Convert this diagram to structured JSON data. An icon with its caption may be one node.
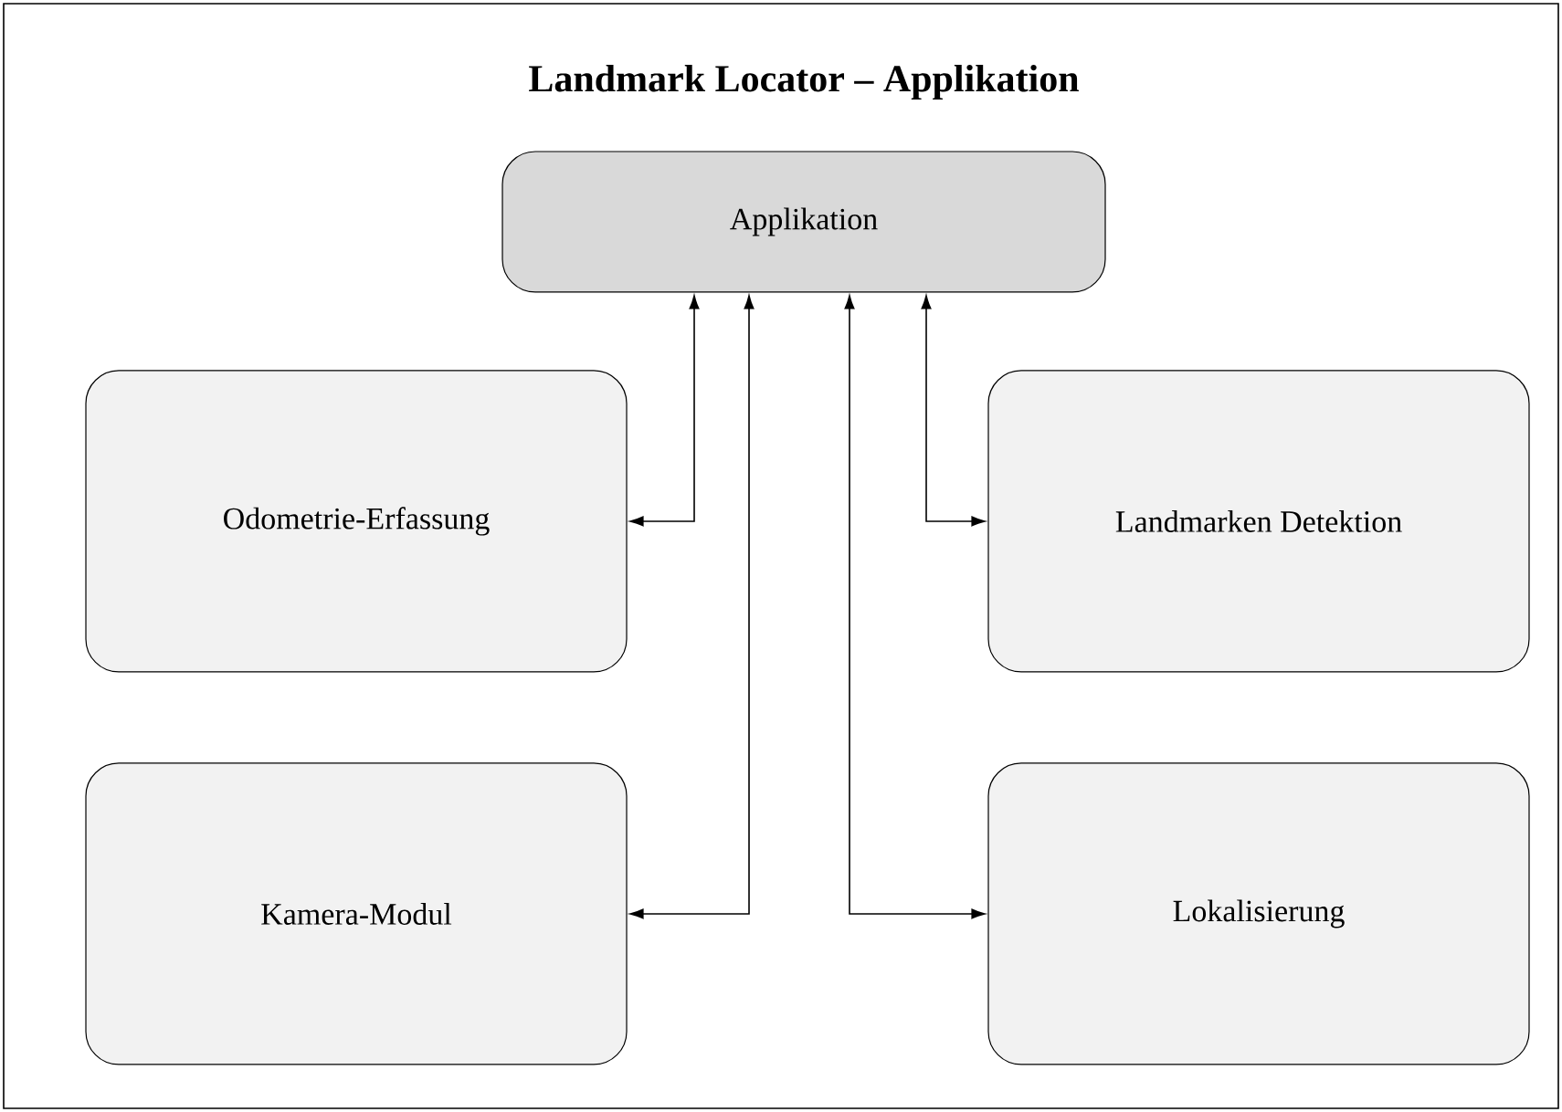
{
  "diagram": {
    "title": "Landmark Locator – Applikation",
    "nodes": [
      {
        "text": [
          "Applikation"
        ]
      },
      {
        "text": [
          "Odometrie-Erfassung"
        ]
      },
      {
        "text": [
          "Landmarken Detektion"
        ]
      },
      {
        "text": [
          "Kamera-Modul"
        ]
      },
      {
        "text": [
          "Lokalisierung"
        ]
      }
    ],
    "edges": [
      {
        "from": 0,
        "to": 1,
        "arrow": "both"
      },
      {
        "from": 0,
        "to": 3,
        "arrow": "both"
      },
      {
        "from": 0,
        "to": 4,
        "arrow": "both"
      },
      {
        "from": 0,
        "to": 2,
        "arrow": "both"
      }
    ]
  }
}
